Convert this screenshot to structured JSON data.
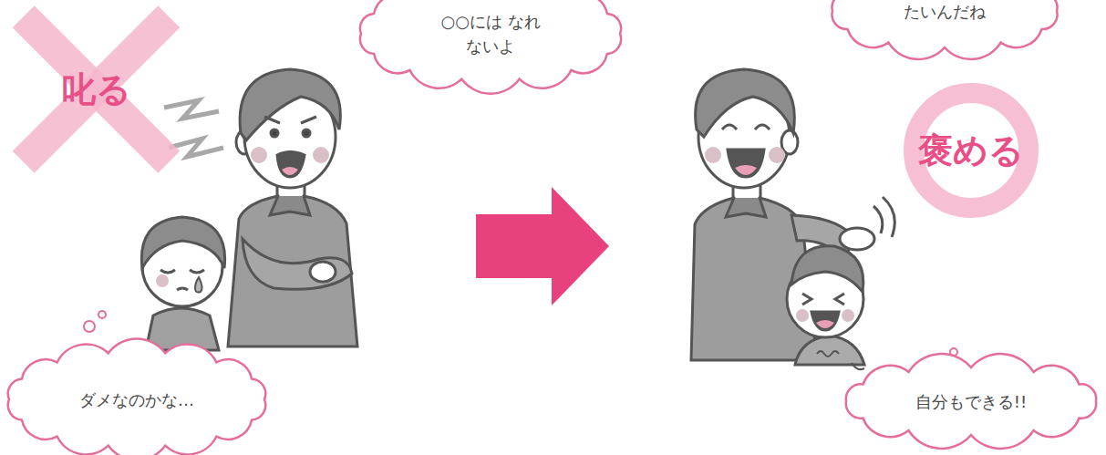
{
  "diagram": {
    "nodes": [
      {
        "text": [
          "○○には なれないよ"
        ]
      },
      {
        "text": [
          "叱る"
        ]
      },
      {
        "text": [
          "ダメなのかな…"
        ]
      },
      {
        "text": [
          "たいんだね"
        ]
      },
      {
        "text": [
          "褒める"
        ]
      },
      {
        "text": [
          "自分もできる!!"
        ]
      }
    ]
  }
}
